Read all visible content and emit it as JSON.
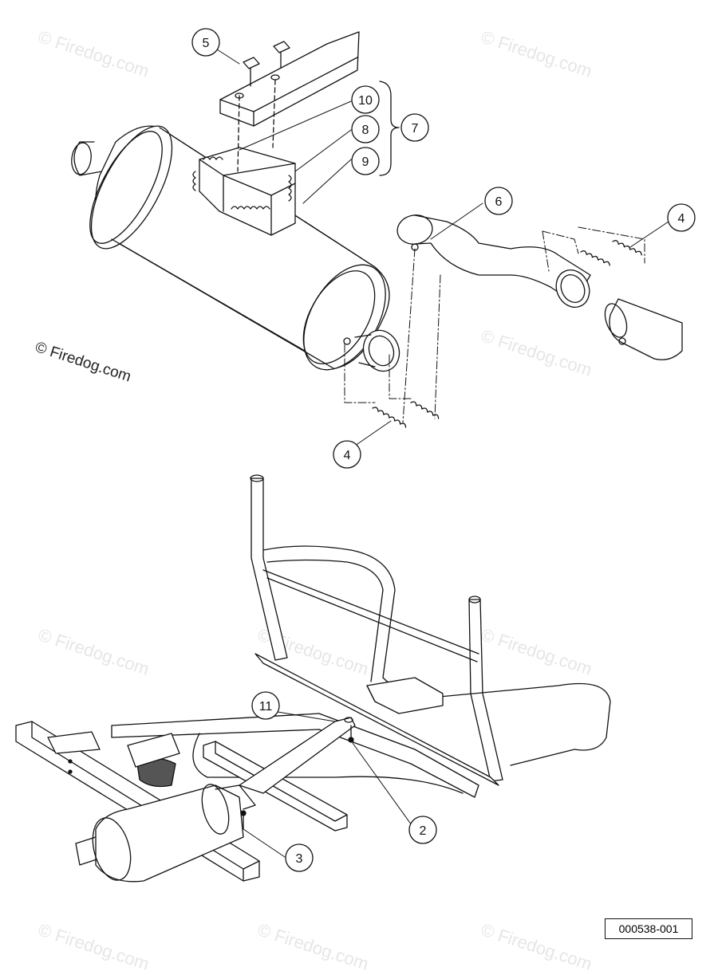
{
  "watermark": "© Firedog.com",
  "copyright": "© Firedog.com",
  "reference_code": "000538-001",
  "callouts": {
    "c5": "5",
    "c10": "10",
    "c8": "8",
    "c9": "9",
    "c7": "7",
    "c6": "6",
    "c4a": "4",
    "c4b": "4",
    "c11": "11",
    "c2": "2",
    "c3": "3"
  }
}
